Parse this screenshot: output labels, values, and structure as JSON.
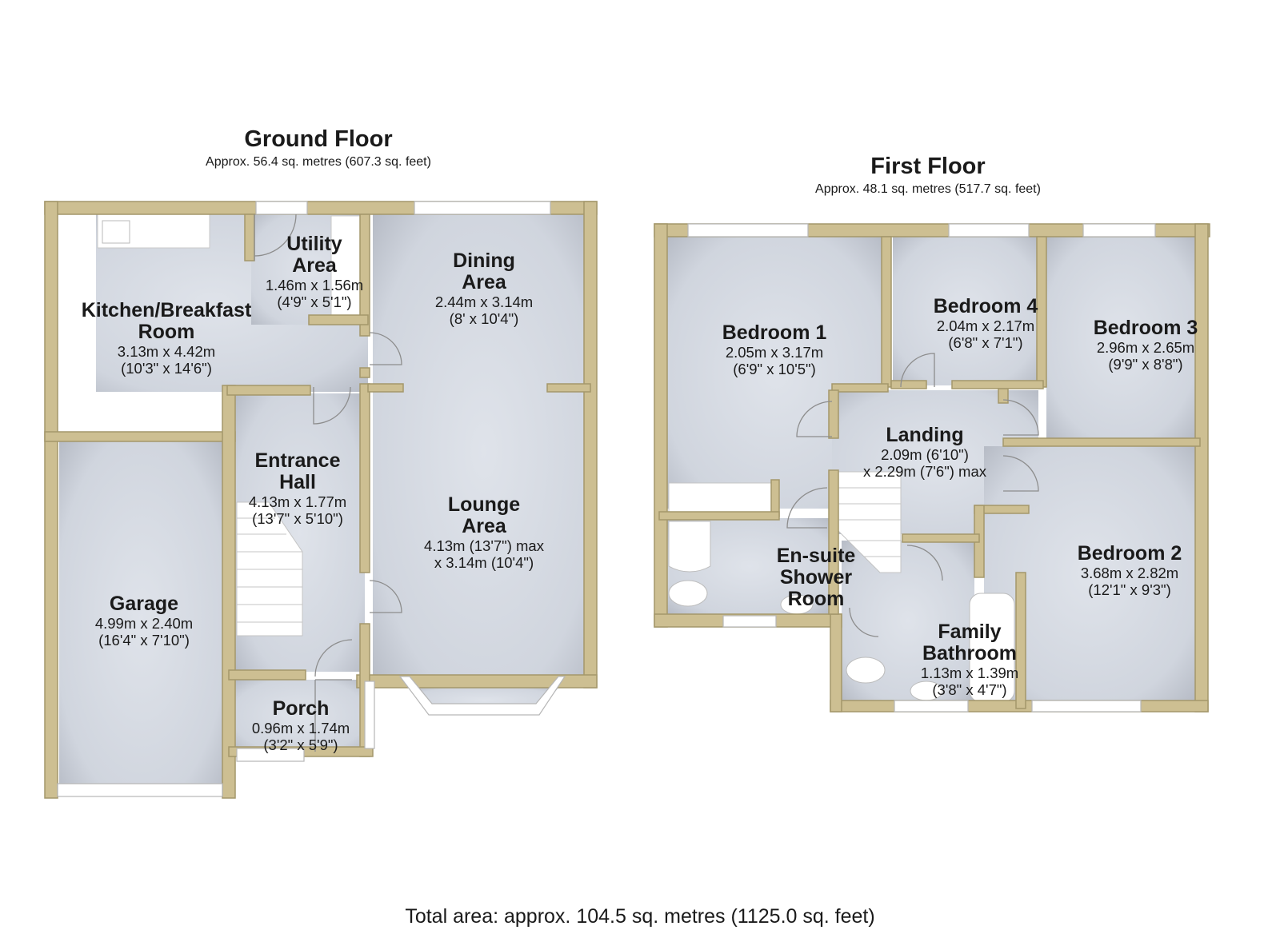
{
  "floors": [
    {
      "id": "ground",
      "title": "Ground Floor",
      "area": "Approx. 56.4 sq. metres (607.3 sq. feet)",
      "rooms": [
        {
          "id": "kitchen",
          "name": "Kitchen/Breakfast\nRoom",
          "dims": "3.13m x 4.42m\n(10'3\" x 14'6\")"
        },
        {
          "id": "utility",
          "name": "Utility\nArea",
          "dims": "1.46m x 1.56m\n(4'9\" x 5'1\")"
        },
        {
          "id": "dining",
          "name": "Dining\nArea",
          "dims": "2.44m x 3.14m\n(8' x 10'4\")"
        },
        {
          "id": "entrance",
          "name": "Entrance\nHall",
          "dims": "4.13m x 1.77m\n(13'7\" x 5'10\")"
        },
        {
          "id": "lounge",
          "name": "Lounge\nArea",
          "dims": "4.13m (13'7\") max\nx 3.14m (10'4\")"
        },
        {
          "id": "garage",
          "name": "Garage",
          "dims": "4.99m x 2.40m\n(16'4\" x 7'10\")"
        },
        {
          "id": "porch",
          "name": "Porch",
          "dims": "0.96m x 1.74m\n(3'2\" x 5'9\")"
        }
      ]
    },
    {
      "id": "first",
      "title": "First Floor",
      "area": "Approx. 48.1 sq. metres (517.7 sq. feet)",
      "rooms": [
        {
          "id": "bedroom1",
          "name": "Bedroom 1",
          "dims": "2.05m x 3.17m\n(6'9\" x 10'5\")"
        },
        {
          "id": "bedroom4",
          "name": "Bedroom 4",
          "dims": "2.04m x 2.17m\n(6'8\" x 7'1\")"
        },
        {
          "id": "bedroom3",
          "name": "Bedroom 3",
          "dims": "2.96m x 2.65m\n(9'9\" x 8'8\")"
        },
        {
          "id": "landing",
          "name": "Landing",
          "dims": "2.09m (6'10\")\nx 2.29m (7'6\") max"
        },
        {
          "id": "bedroom2",
          "name": "Bedroom 2",
          "dims": "3.68m x 2.82m\n(12'1\" x 9'3\")"
        },
        {
          "id": "ensuite",
          "name": "En-suite\nShower\nRoom",
          "dims": ""
        },
        {
          "id": "bathroom",
          "name": "Family\nBathroom",
          "dims": "1.13m x 1.39m\n(3'8\" x 4'7\")"
        }
      ]
    }
  ],
  "total_area": "Total area: approx. 104.5 sq. metres (1125.0 sq. feet)",
  "colors": {
    "wall_fill": "#cdbf92",
    "wall_edge": "#a4976b",
    "floor": "#d3d8e1",
    "floor_light": "#e6e9ee",
    "fixture": "#ffffff",
    "background": "#ffffff"
  }
}
